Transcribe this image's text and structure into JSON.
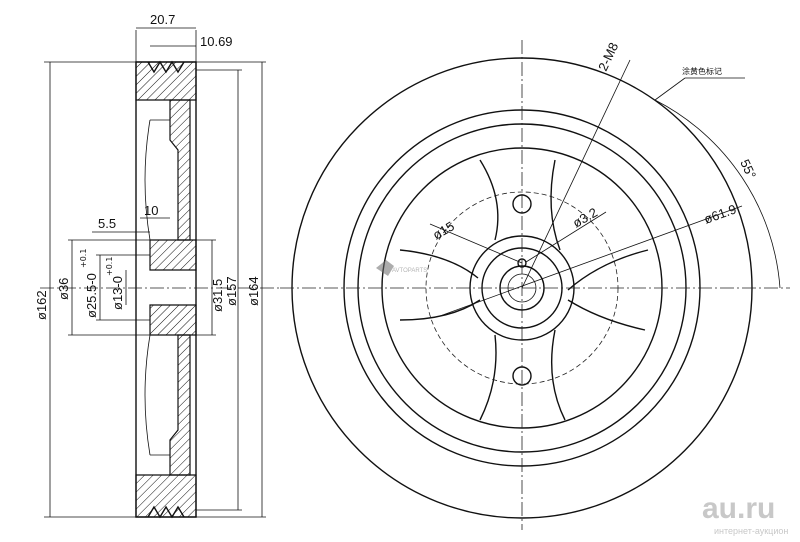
{
  "side_view": {
    "width_top": "20.7",
    "groove_width": "10.69",
    "offset": "5.5",
    "hub_width": "10",
    "dia_outer": "ø162",
    "dia_hub": "ø36",
    "dia_bore": "ø25.5-0",
    "dia_bore_tol": "+0.1",
    "dia_inner": "ø13-0",
    "dia_inner_tol": "+0.1",
    "dia_bore2": "ø31.5",
    "dia_ring": "ø157",
    "dia_max": "ø164"
  },
  "front_view": {
    "threads": "2-M8",
    "mark_note": "涂黄色标记",
    "angle": "55°",
    "pcd": "ø61.9",
    "dia_15": "ø15",
    "dia_3_2": "ø3.2"
  },
  "watermark": {
    "brand": "au.ru",
    "tagline": "интернет-аукцион"
  },
  "center_logo": {
    "text": "AVTOPARTS"
  }
}
